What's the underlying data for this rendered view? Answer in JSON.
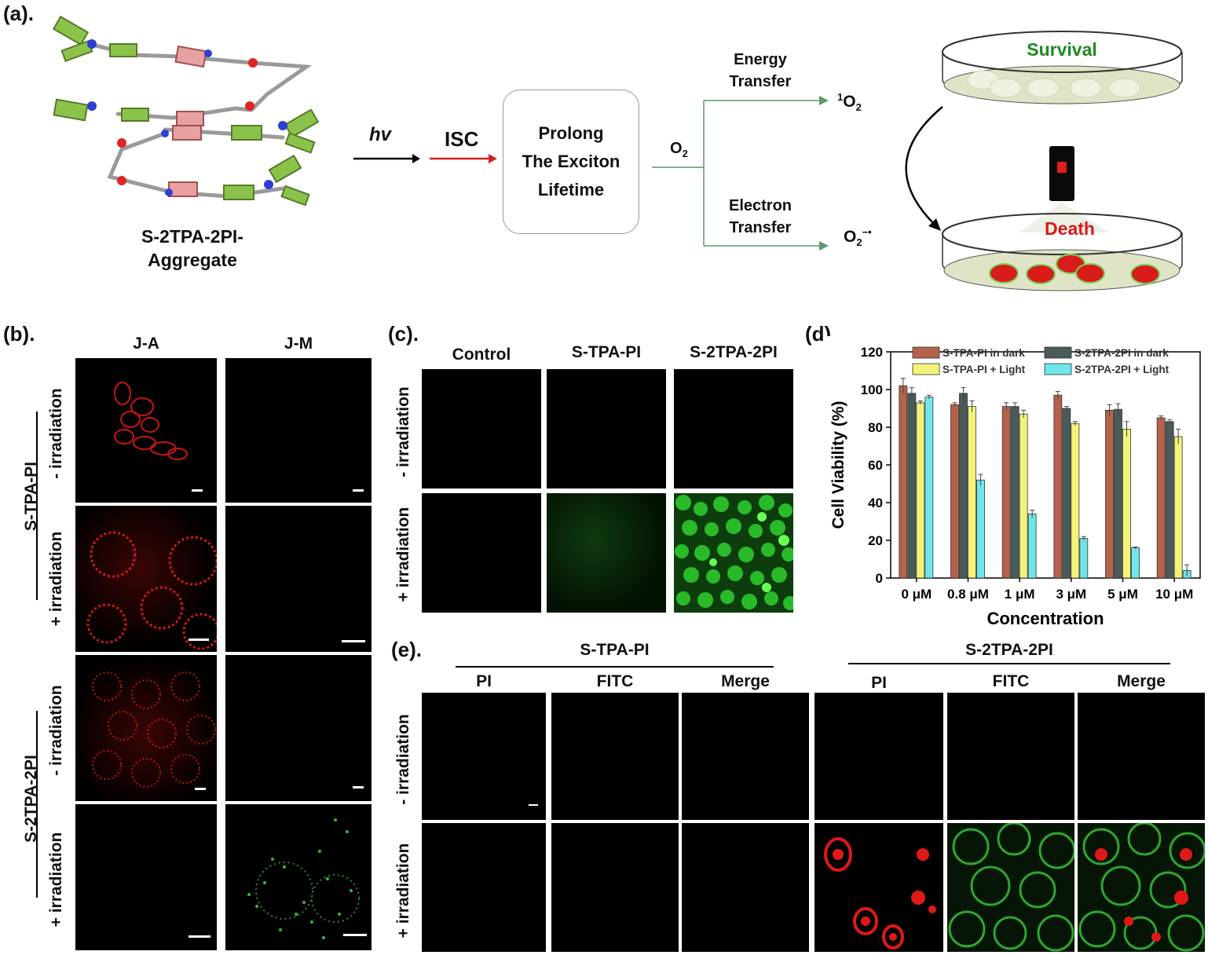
{
  "panel_a": {
    "label": "(a).",
    "molecule_label": [
      "S-2TPA-2PI-",
      "Aggregate"
    ],
    "hv": "hv",
    "isc": "ISC",
    "box_lines": [
      "Prolong",
      "The Exciton",
      "Lifetime"
    ],
    "o2": "O",
    "o2_sub": "2",
    "energy_transfer": [
      "Energy",
      "Transfer"
    ],
    "electron_transfer": [
      "Electron",
      "Transfer"
    ],
    "singlet_oxygen_sup": "1",
    "singlet_oxygen": "O",
    "singlet_oxygen_sub": "2",
    "superoxide": "O",
    "superoxide_sub": "2",
    "superoxide_sup": "−•",
    "survival": "Survival",
    "death": "Death",
    "colors": {
      "survival": "#1e8a1e",
      "death": "#d81b1b",
      "isc_arrow": "#d32020",
      "branch": "#5a9a6a"
    }
  },
  "panel_b": {
    "label": "(b).",
    "cols": [
      "J-A",
      "J-M"
    ],
    "groups": [
      "S-TPA-PI",
      "S-2TPA-2PI"
    ],
    "rows": [
      "- irradiation",
      "+ irradiation",
      "- irradiation",
      "+ irradiation"
    ]
  },
  "panel_c": {
    "label": "(c).",
    "cols": [
      "Control",
      "S-TPA-PI",
      "S-2TPA-2PI"
    ],
    "rows": [
      "- irradiation",
      "+ irradiation"
    ]
  },
  "panel_d": {
    "label": "(d).",
    "chart_data": {
      "type": "bar",
      "xlabel": "Concentration",
      "ylabel": "Cell Viability (%)",
      "ylim": [
        0,
        120
      ],
      "yticks": [
        0,
        20,
        40,
        60,
        80,
        100,
        120
      ],
      "categories": [
        "0 μM",
        "0.8 μM",
        "1 μM",
        "3 μM",
        "5 μM",
        "10 μM"
      ],
      "legend_placement": "top",
      "series": [
        {
          "name": "S-TPA-PI in dark",
          "color": "#b5624a",
          "values": [
            102,
            92,
            91,
            97,
            89,
            85
          ],
          "errors": [
            4,
            1,
            2,
            2,
            3,
            1
          ]
        },
        {
          "name": "S-2TPA-2PI in dark",
          "color": "#4a5a58",
          "values": [
            98,
            98,
            91,
            90,
            89.5,
            83
          ],
          "errors": [
            3,
            3,
            2,
            1,
            3,
            1
          ]
        },
        {
          "name": "S-TPA-PI + Light",
          "color": "#f3f37a",
          "values": [
            93,
            91,
            87,
            82,
            79,
            75
          ],
          "errors": [
            1,
            3,
            2,
            1,
            4,
            4
          ]
        },
        {
          "name": "S-2TPA-2PI + Light",
          "color": "#6fe6ea",
          "values": [
            96,
            52,
            34,
            21,
            16,
            4
          ],
          "errors": [
            1,
            3,
            2,
            1,
            0.5,
            3
          ]
        }
      ]
    }
  },
  "panel_e": {
    "label": "(e).",
    "groups": [
      "S-TPA-PI",
      "S-2TPA-2PI"
    ],
    "cols": [
      "PI",
      "FITC",
      "Merge",
      "PI",
      "FITC",
      "Merge"
    ],
    "rows": [
      "- irradiation",
      "+ irradiation"
    ]
  }
}
